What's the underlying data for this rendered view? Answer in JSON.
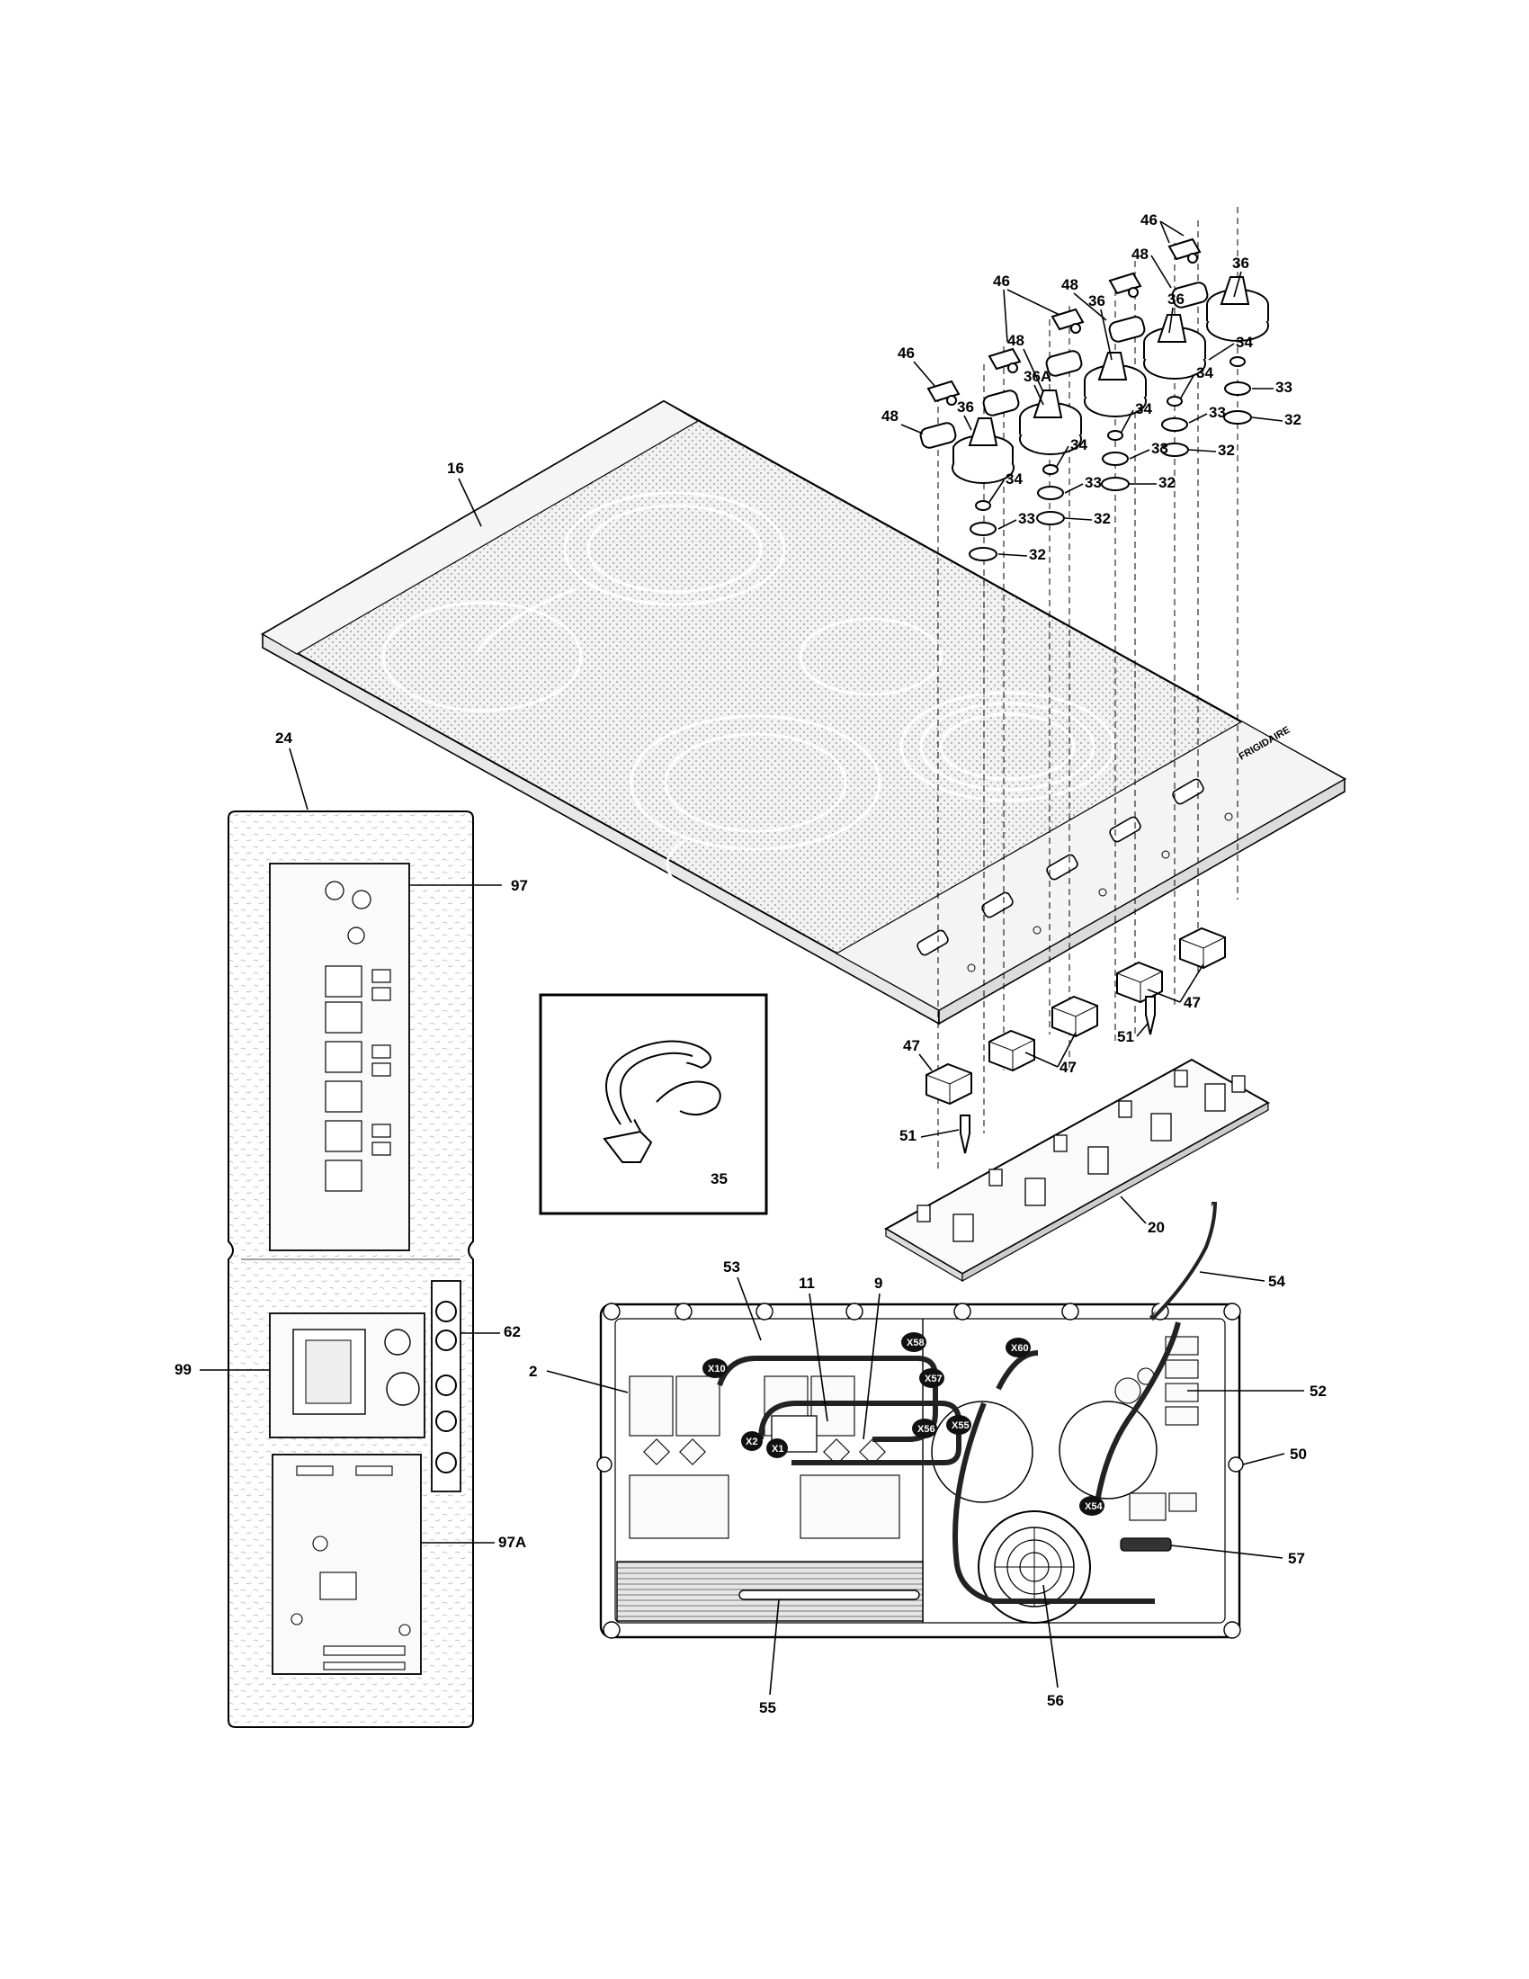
{
  "diagram": {
    "callouts": {
      "c16": "16",
      "c24": "24",
      "c97": "97",
      "c62": "62",
      "c99": "99",
      "c97A": "97A",
      "c35": "35",
      "c20": "20",
      "c47a": "47",
      "c47b": "47",
      "c47c": "47",
      "c51a": "51",
      "c51b": "51",
      "c54": "54",
      "c53": "53",
      "c11": "11",
      "c9": "9",
      "c2": "2",
      "c52": "52",
      "c50": "50",
      "c57": "57",
      "c55": "55",
      "c56": "56",
      "c46a": "46",
      "c46b": "46",
      "c46c": "46",
      "c48a": "48",
      "c48b": "48",
      "c48c": "48",
      "c48d": "48",
      "c36a": "36",
      "c36b": "36",
      "c36c": "36",
      "c36d": "36",
      "c36A": "36A",
      "c34a": "34",
      "c34b": "34",
      "c34c": "34",
      "c34d": "34",
      "c34e": "34",
      "c33a": "33",
      "c33b": "33",
      "c33c": "33",
      "c33d": "33",
      "c33e": "33",
      "c32a": "32",
      "c32b": "32",
      "c32c": "32",
      "c32d": "32",
      "c32e": "32"
    },
    "connectors": {
      "x10": "X10",
      "x2": "X2",
      "x1": "X1",
      "x58": "X58",
      "x57": "X57",
      "x56": "X56",
      "x55": "X55",
      "x60": "X60",
      "x54": "X54"
    },
    "brand": "FRIGIDAIRE"
  }
}
